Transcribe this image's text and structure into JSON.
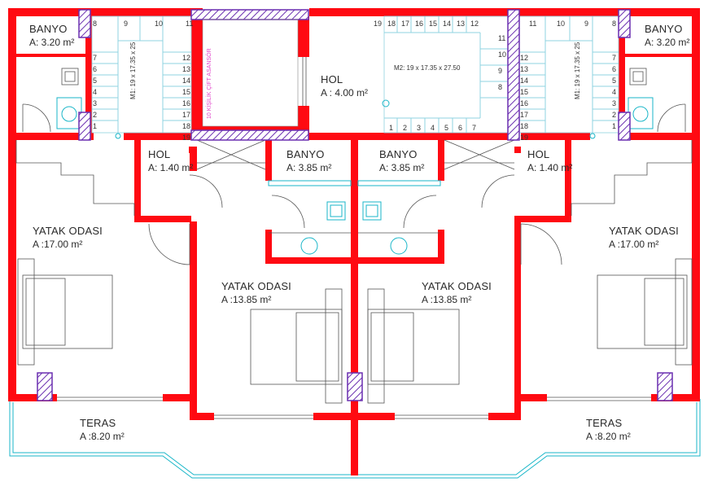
{
  "rooms": {
    "banyo_left": {
      "name": "BANYO",
      "area": "A: 3.20 m²"
    },
    "banyo_right": {
      "name": "BANYO",
      "area": "A: 3.20 m²"
    },
    "hol_top": {
      "name": "HOL",
      "area": "A : 4.00 m²"
    },
    "hol_left": {
      "name": "HOL",
      "area": "A: 1.40 m²"
    },
    "hol_right": {
      "name": "HOL",
      "area": "A: 1.40 m²"
    },
    "banyo_mid_left": {
      "name": "BANYO",
      "area": "A: 3.85 m²"
    },
    "banyo_mid_right": {
      "name": "BANYO",
      "area": "A: 3.85 m²"
    },
    "yatak_left": {
      "name": "YATAK ODASI",
      "area": "A :17.00 m²"
    },
    "yatak_right": {
      "name": "YATAK ODASI",
      "area": "A :17.00 m²"
    },
    "yatak_mid_left": {
      "name": "YATAK ODASI",
      "area": "A :13.85 m²"
    },
    "yatak_mid_right": {
      "name": "YATAK ODASI",
      "area": "A :13.85 m²"
    },
    "teras_left": {
      "name": "TERAS",
      "area": "A :8.20 m²"
    },
    "teras_right": {
      "name": "TERAS",
      "area": "A :8.20 m²"
    }
  },
  "stairs": {
    "m1_left": "M1: 19 x 17.35 x 25",
    "m1_right": "M1: 19 x 17.35 x 25",
    "m2": "M2: 19 x 17.35 x 27.50"
  },
  "elevator": {
    "label": "10 KİŞİLİK ÇİFT ASANSÖR"
  },
  "step_numbers": {
    "left_top": [
      "8",
      "9",
      "10",
      "11"
    ],
    "left_side": [
      "7",
      "6",
      "5",
      "4",
      "3",
      "2",
      "1"
    ],
    "left_right": [
      "12",
      "13",
      "14",
      "15",
      "16",
      "17",
      "18",
      "19"
    ],
    "mid_top": [
      "19",
      "18",
      "17",
      "16",
      "15",
      "14",
      "13",
      "12"
    ],
    "mid_side": [
      "11",
      "10",
      "9",
      "8"
    ],
    "mid_bottom": [
      "1",
      "2",
      "3",
      "4",
      "5",
      "6",
      "7"
    ],
    "right_top": [
      "11",
      "10",
      "9",
      "8"
    ],
    "right_left": [
      "12",
      "13",
      "14",
      "15",
      "16",
      "17",
      "18",
      "19"
    ],
    "right_side": [
      "7",
      "6",
      "5",
      "4",
      "3",
      "2",
      "1"
    ]
  },
  "colors": {
    "wall": "#ff0a12",
    "column": "#6a2fb0",
    "glass": "#19b6c8",
    "elevator_text": "#e040c8"
  }
}
